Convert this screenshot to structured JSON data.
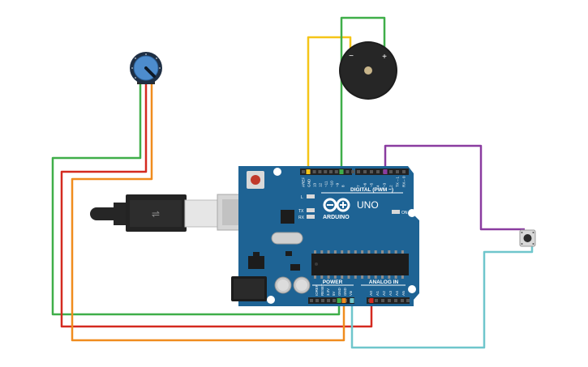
{
  "board": {
    "brand_label": "ARDUINO",
    "model_label": "UNO",
    "digital_header_label": "DIGITAL (PWM ~)",
    "power_label": "POWER",
    "analog_label": "ANALOG IN",
    "on_label": "ON",
    "led_l_label": "L",
    "led_tx_label": "TX",
    "led_rx_label": "RX",
    "top_pin_labels": [
      "AREF",
      "GND",
      "13",
      "12",
      "~11",
      "~10",
      "~9",
      "8",
      "7",
      "~6",
      "~5",
      "4",
      "~3",
      "2",
      "TX→1",
      "RX←0"
    ],
    "power_pin_labels": [
      "IOREF",
      "RESET",
      "3.3V",
      "5V",
      "GND",
      "GND",
      "Vin"
    ],
    "analog_pin_labels": [
      "A0",
      "A1",
      "A2",
      "A3",
      "A4",
      "A5"
    ]
  },
  "buzzer": {
    "minus_label": "−",
    "plus_label": "+"
  },
  "wires": [
    {
      "name": "pot-left-to-ground",
      "color": "#3fae49"
    },
    {
      "name": "pot-wiper-to-a0",
      "color": "#d42a20"
    },
    {
      "name": "pot-right-to-5v",
      "color": "#f08c1e"
    },
    {
      "name": "buzzer-minus-to-gnd",
      "color": "#f5c518"
    },
    {
      "name": "buzzer-plus-to-pin-9",
      "color": "#3fae49"
    },
    {
      "name": "button-to-pin-2",
      "color": "#8a3ca0"
    },
    {
      "name": "button-to-vin",
      "color": "#6fc6cc"
    }
  ],
  "colors": {
    "board_blue": "#1e6394",
    "board_dark": "#174f77",
    "header_black": "#222222",
    "chip_black": "#1c1c1c"
  }
}
